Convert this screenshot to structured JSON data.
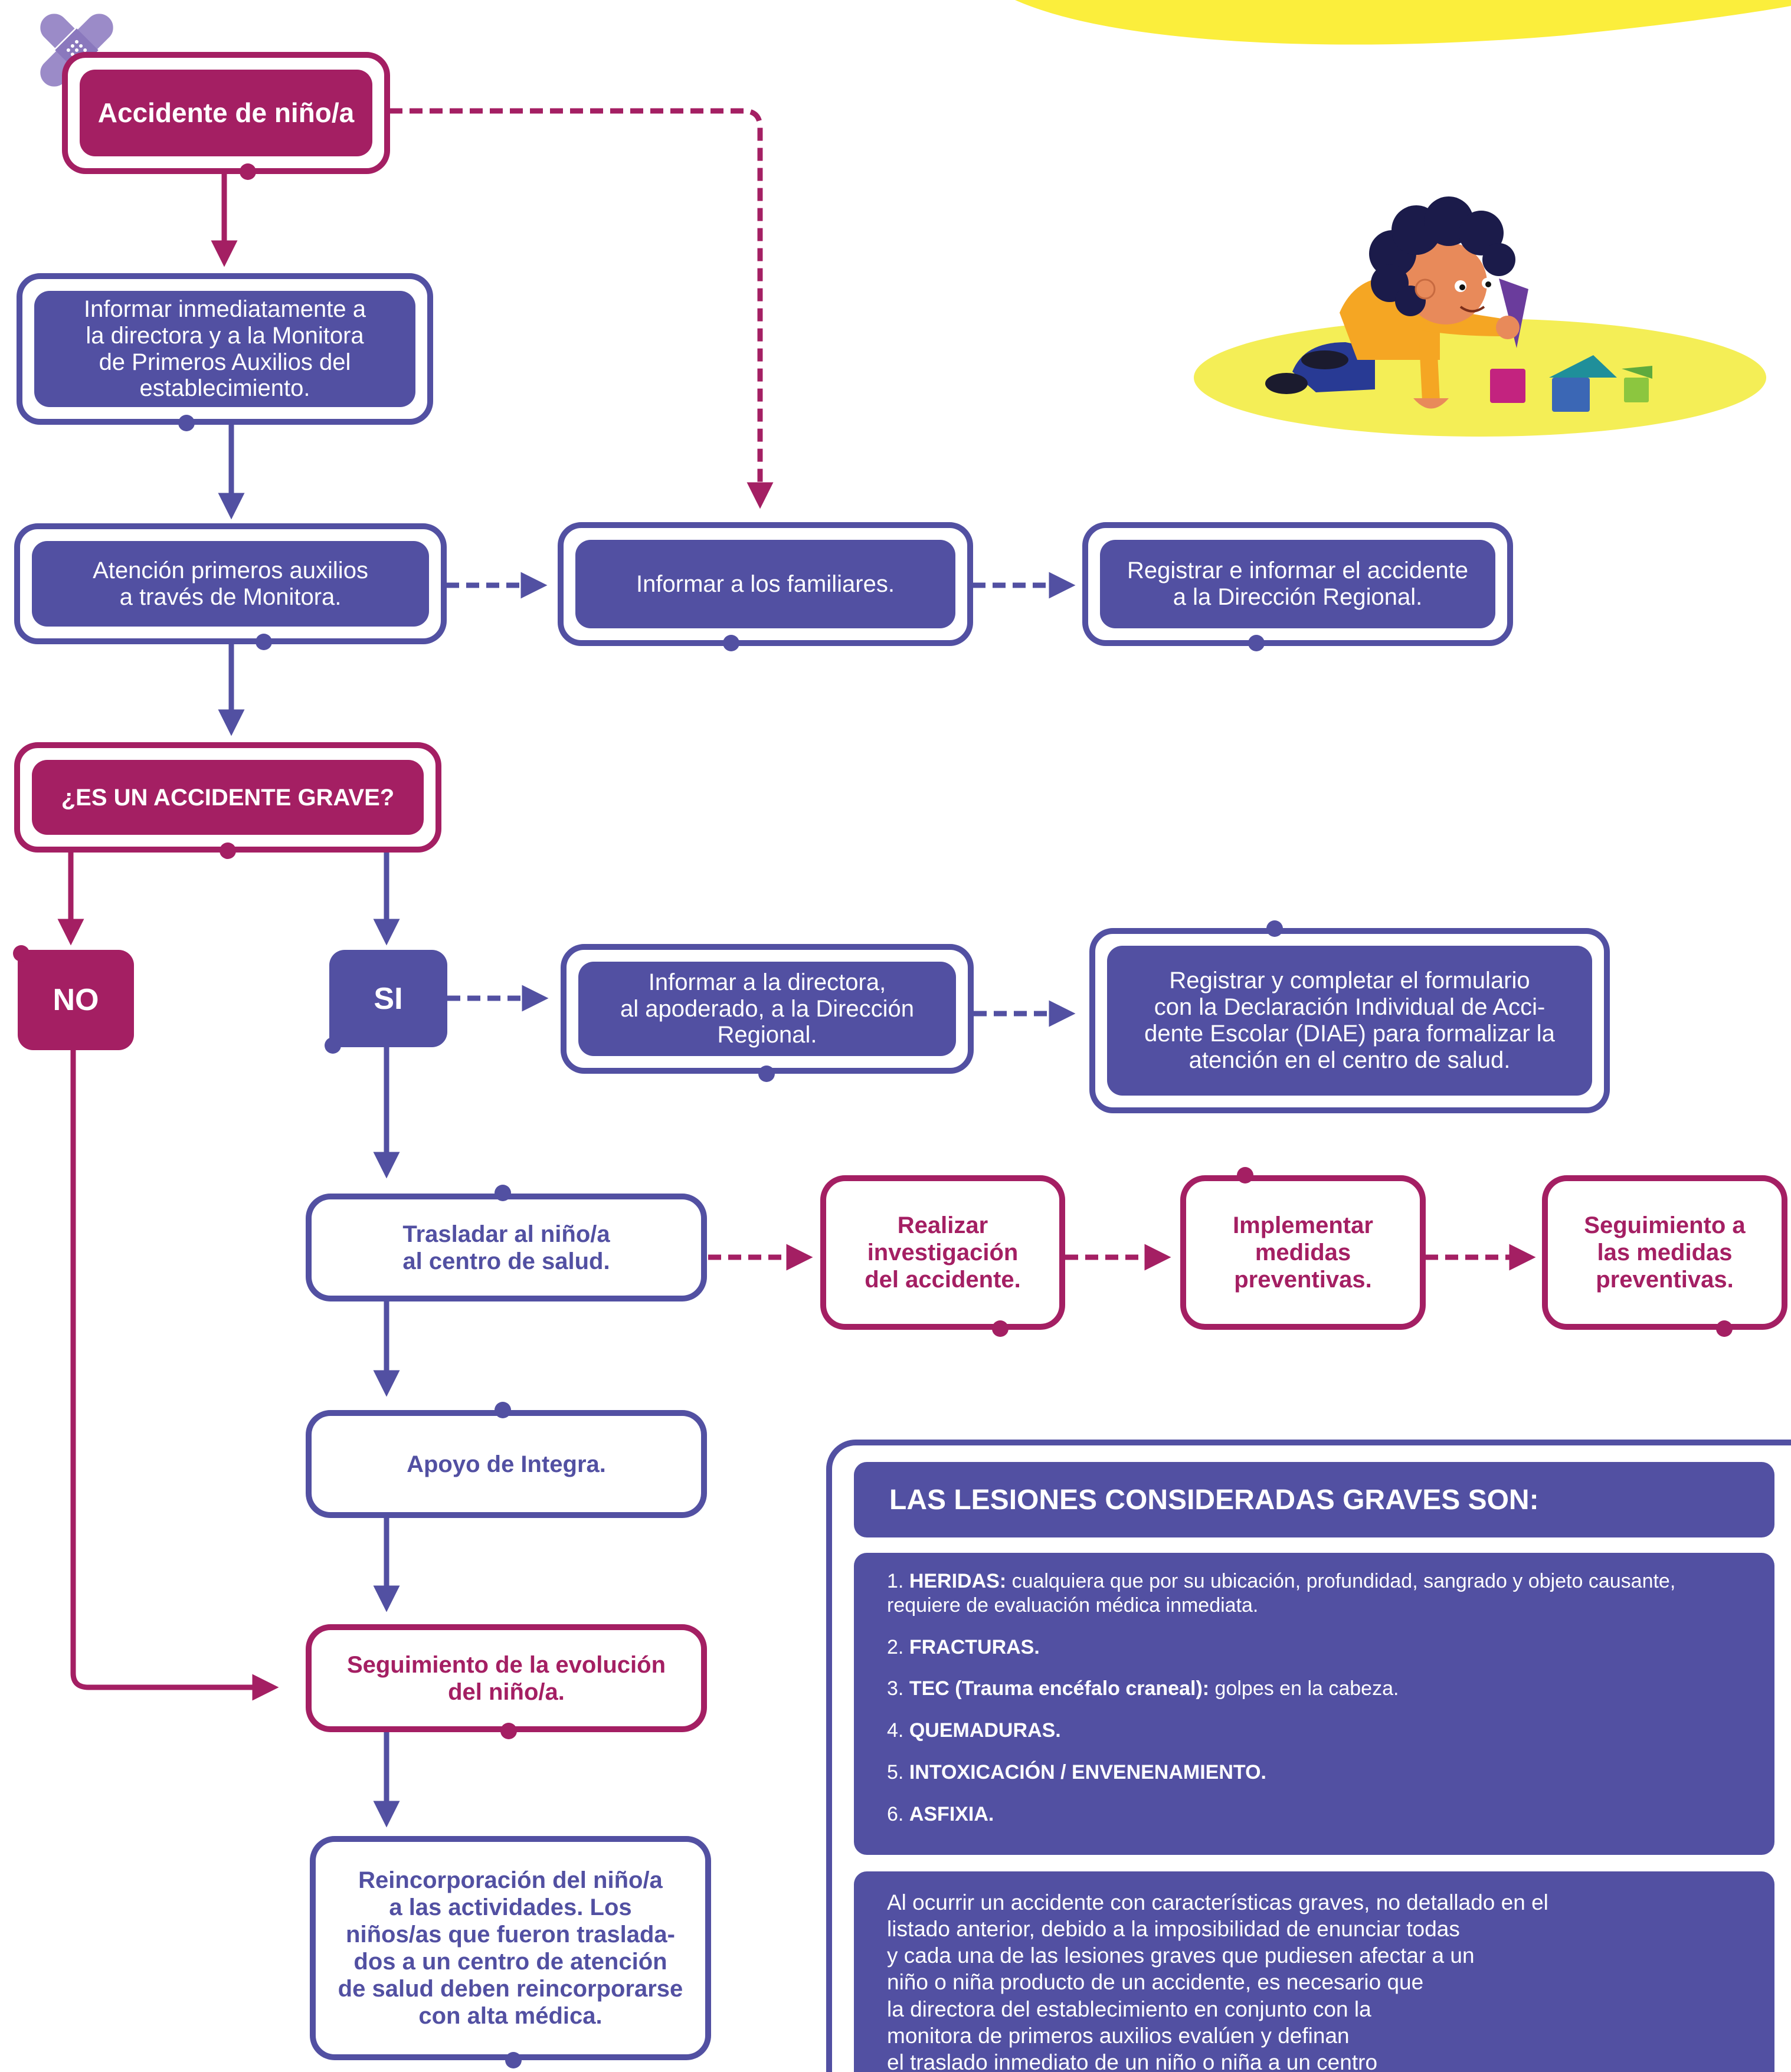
{
  "nodes": {
    "accident": "Accidente de niño/a",
    "inform_director": [
      "Informar inmediatamente a",
      "la directora y a la Monitora",
      "de Primeros Auxilios del",
      "establecimiento."
    ],
    "first_aid": [
      "Atención primeros auxilios",
      "a través de Monitora."
    ],
    "inform_family": "Informar a los familiares.",
    "register_regional": [
      "Registrar e informar el accidente",
      "a la Dirección Regional."
    ],
    "question": "¿ES UN ACCIDENTE GRAVE?",
    "no": "NO",
    "si": "SI",
    "inform_guardian": [
      "Informar a la directora,",
      "al apoderado, a la Dirección",
      "Regional."
    ],
    "register_form": [
      "Registrar y completar el formulario",
      "con la Declaración Individual de Acci-",
      "dente Escolar (DIAE) para formalizar la",
      "atención en el centro de salud."
    ],
    "transfer": [
      "Trasladar al niño/a",
      "al centro de salud."
    ],
    "investigate": [
      "Realizar",
      "investigación",
      "del accidente."
    ],
    "implement": [
      "Implementar",
      "medidas",
      "preventivas."
    ],
    "follow_measures": [
      "Seguimiento a",
      "las medidas",
      "preventivas."
    ],
    "integra": "Apoyo de Integra.",
    "follow_evolution": [
      "Seguimiento de la evolución",
      "del niño/a."
    ],
    "reincorporation": [
      "Reincorporación del niño/a",
      "a las actividades. Los",
      "niños/as que fueron traslada-",
      "dos a un centro de atención",
      "de salud deben reincorporarse",
      "con alta médica."
    ]
  },
  "panel": {
    "title": "LAS LESIONES CONSIDERADAS GRAVES SON:",
    "items": [
      {
        "num": "1.",
        "bold": "HERIDAS:",
        "text": " cualquiera que por su ubicación, profundidad, sangrado y objeto causante, requiere de evaluación médica inmediata."
      },
      {
        "num": "2.",
        "bold": "FRACTURAS.",
        "text": ""
      },
      {
        "num": "3.",
        "bold": "TEC (Trauma encéfalo craneal):",
        "text": " golpes en la cabeza."
      },
      {
        "num": "4.",
        "bold": "QUEMADURAS.",
        "text": ""
      },
      {
        "num": "5.",
        "bold": "INTOXICACIÓN / ENVENENAMIENTO.",
        "text": ""
      },
      {
        "num": "6.",
        "bold": "ASFIXIA.",
        "text": ""
      }
    ],
    "paragraph": [
      "Al ocurrir un accidente con características graves, no detallado en el",
      "listado anterior, debido a la imposibilidad de enunciar todas",
      "y cada una de las lesiones graves que pudiesen afectar a un",
      "niño o niña producto de un accidente, es necesario que",
      "la directora del establecimiento en conjunto con la",
      "monitora de primeros auxilios evalúen y definan",
      "el traslado inmediato de un niño o niña a un centro"
    ]
  },
  "colors": {
    "purple": "#5250a2",
    "magenta": "#a41f63",
    "lavender": "#9b8bc8",
    "yellow": "#fbee3c"
  },
  "icons": [
    "bandage-icon",
    "child-playing-illustration",
    "girl-face-illustration"
  ]
}
